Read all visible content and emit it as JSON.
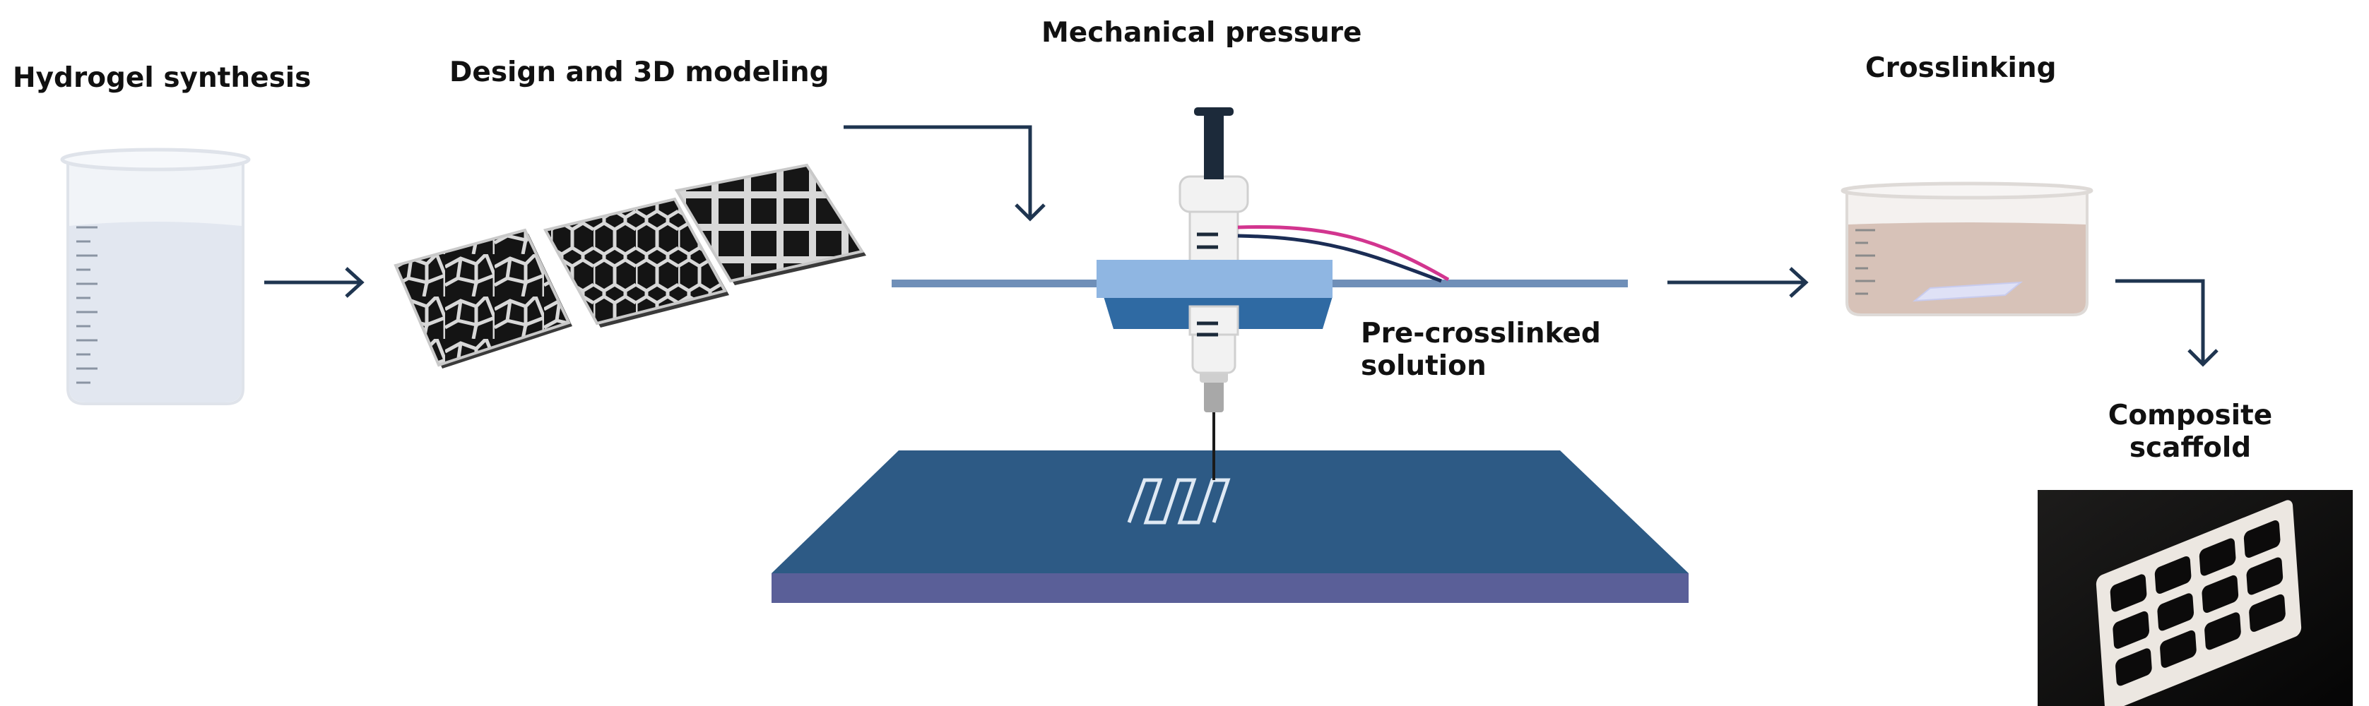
{
  "labels": {
    "hydrogel_synthesis": "Hydrogel synthesis",
    "design_modeling": "Design and 3D modeling",
    "mechanical_pressure": "Mechanical pressure",
    "crosslinking": "Crosslinking",
    "pre_crosslinked_line1": "Pre-crosslinked",
    "pre_crosslinked_line2": "solution",
    "composite_line1": "Composite",
    "composite_line2": "scaffold"
  },
  "colors": {
    "arrow": "#1f3550",
    "print_bed": "#2d5a85",
    "print_bed_edge": "#5a5f98",
    "carriage_top": "#8fb6e2",
    "carriage_bottom": "#2f6aa3",
    "gel_solution": "#e2e7f0",
    "crosslink_bath": "#d7c2b8",
    "photo_background": "#0c0b0b",
    "scaffold": "#ece7e1",
    "wire_magenta": "#d2358f",
    "wire_navy": "#1b2d55"
  },
  "icons": [
    "beaker-icon",
    "voronoi-pattern-icon",
    "hexagonal-pattern-icon",
    "grid-pattern-icon",
    "syringe-extruder-icon",
    "print-bed-icon",
    "crosslinking-dish-icon",
    "scaffold-photo"
  ]
}
